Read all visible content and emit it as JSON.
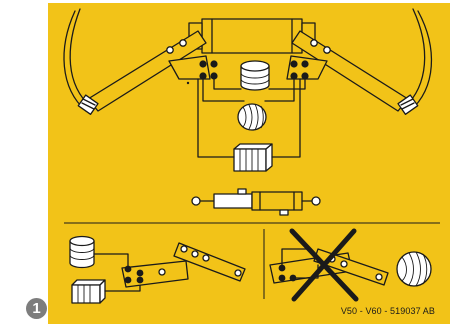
{
  "diagram": {
    "step_number": "1",
    "reference_code": "V50 - V60 - 519037 AB",
    "colors": {
      "background": "#f2c318",
      "ink": "#1a1a1a",
      "badge": "#7d7d7d",
      "white": "#ffffff"
    },
    "panels": [
      {
        "name": "top",
        "subject": "bale clamp arms with hydraulic circuit for round and square bales"
      },
      {
        "name": "bottom-left",
        "subject": "correct connection for round and square bales"
      },
      {
        "name": "bottom-right",
        "subject": "incorrect connection (crossed out) for wrapped bale"
      }
    ]
  }
}
